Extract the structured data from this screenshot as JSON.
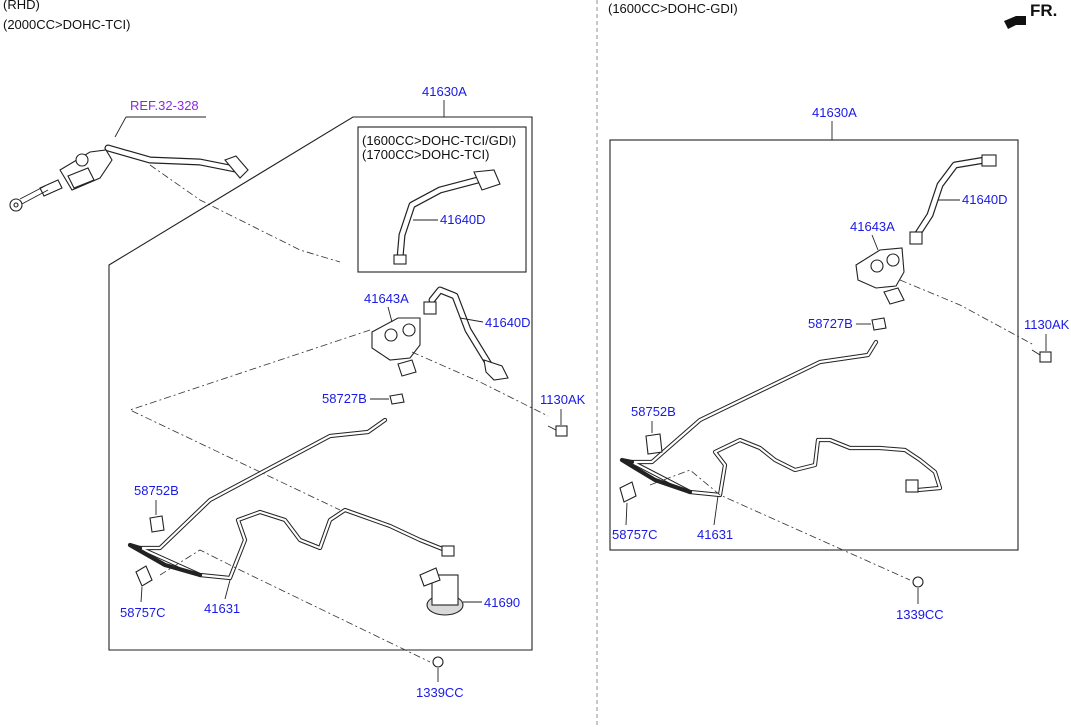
{
  "header": {
    "left_line1": "(RHD)",
    "left_line2": "(2000CC>DOHC-TCI)",
    "right_line1": "(1600CC>DOHC-GDI)",
    "fr_label": "FR."
  },
  "left_panel": {
    "ref_label": "REF.32-328",
    "assembly_label": "41630A",
    "inset_line1": "(1600CC>DOHC-TCI/GDI)",
    "inset_line2": "(1700CC>DOHC-TCI)",
    "inset_hose_label": "41640D",
    "bracket_label": "41643A",
    "hose_label": "41640D",
    "clip_label": "58727B",
    "bolt_label": "1130AK",
    "clip2_label": "58752B",
    "clamp_label": "58757C",
    "pipe_label": "41631",
    "cylinder_label": "41690",
    "nut_label": "1339CC"
  },
  "right_panel": {
    "assembly_label": "41630A",
    "hose_label": "41640D",
    "bracket_label": "41643A",
    "clip_label": "58727B",
    "bolt_label": "1130AK",
    "clip2_label": "58752B",
    "clamp_label": "58757C",
    "pipe_label": "41631",
    "nut_label": "1339CC"
  }
}
